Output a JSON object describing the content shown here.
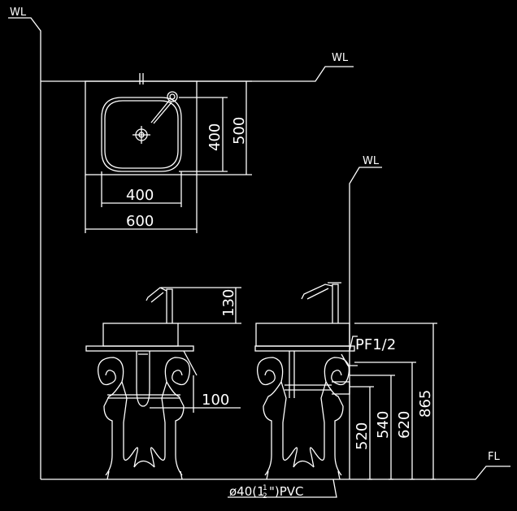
{
  "labels": {
    "wl_left": "WL",
    "wl_top": "WL",
    "wl_mid": "WL",
    "fl": "FL",
    "pf": "PF1/2",
    "drain_pre": "ø40(1",
    "drain_frac_num": "1",
    "drain_frac_den": "2",
    "drain_post": "\")PVC"
  },
  "plan_dimensions": {
    "bowl_height": "400",
    "top_height": "500",
    "bowl_width": "400",
    "top_width": "600"
  },
  "elevation_dimensions": {
    "faucet_height": "130",
    "drain_offset": "100",
    "height_520": "520",
    "height_540": "540",
    "height_620": "620",
    "height_865": "865"
  },
  "colors": {
    "background": "#000000",
    "lines": "#ffffff"
  }
}
